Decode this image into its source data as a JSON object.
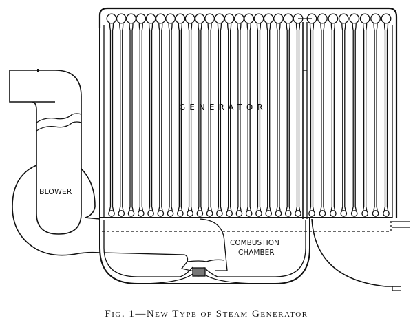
{
  "labels": {
    "generator": "GENERATOR",
    "blower": "BLOWER",
    "combustion_line1": "COMBUSTION",
    "combustion_line2": "CHAMBER"
  },
  "caption": "Fig. 1—New Type of Steam Generator",
  "tubes": {
    "left_group": 20,
    "right_group": 8
  }
}
